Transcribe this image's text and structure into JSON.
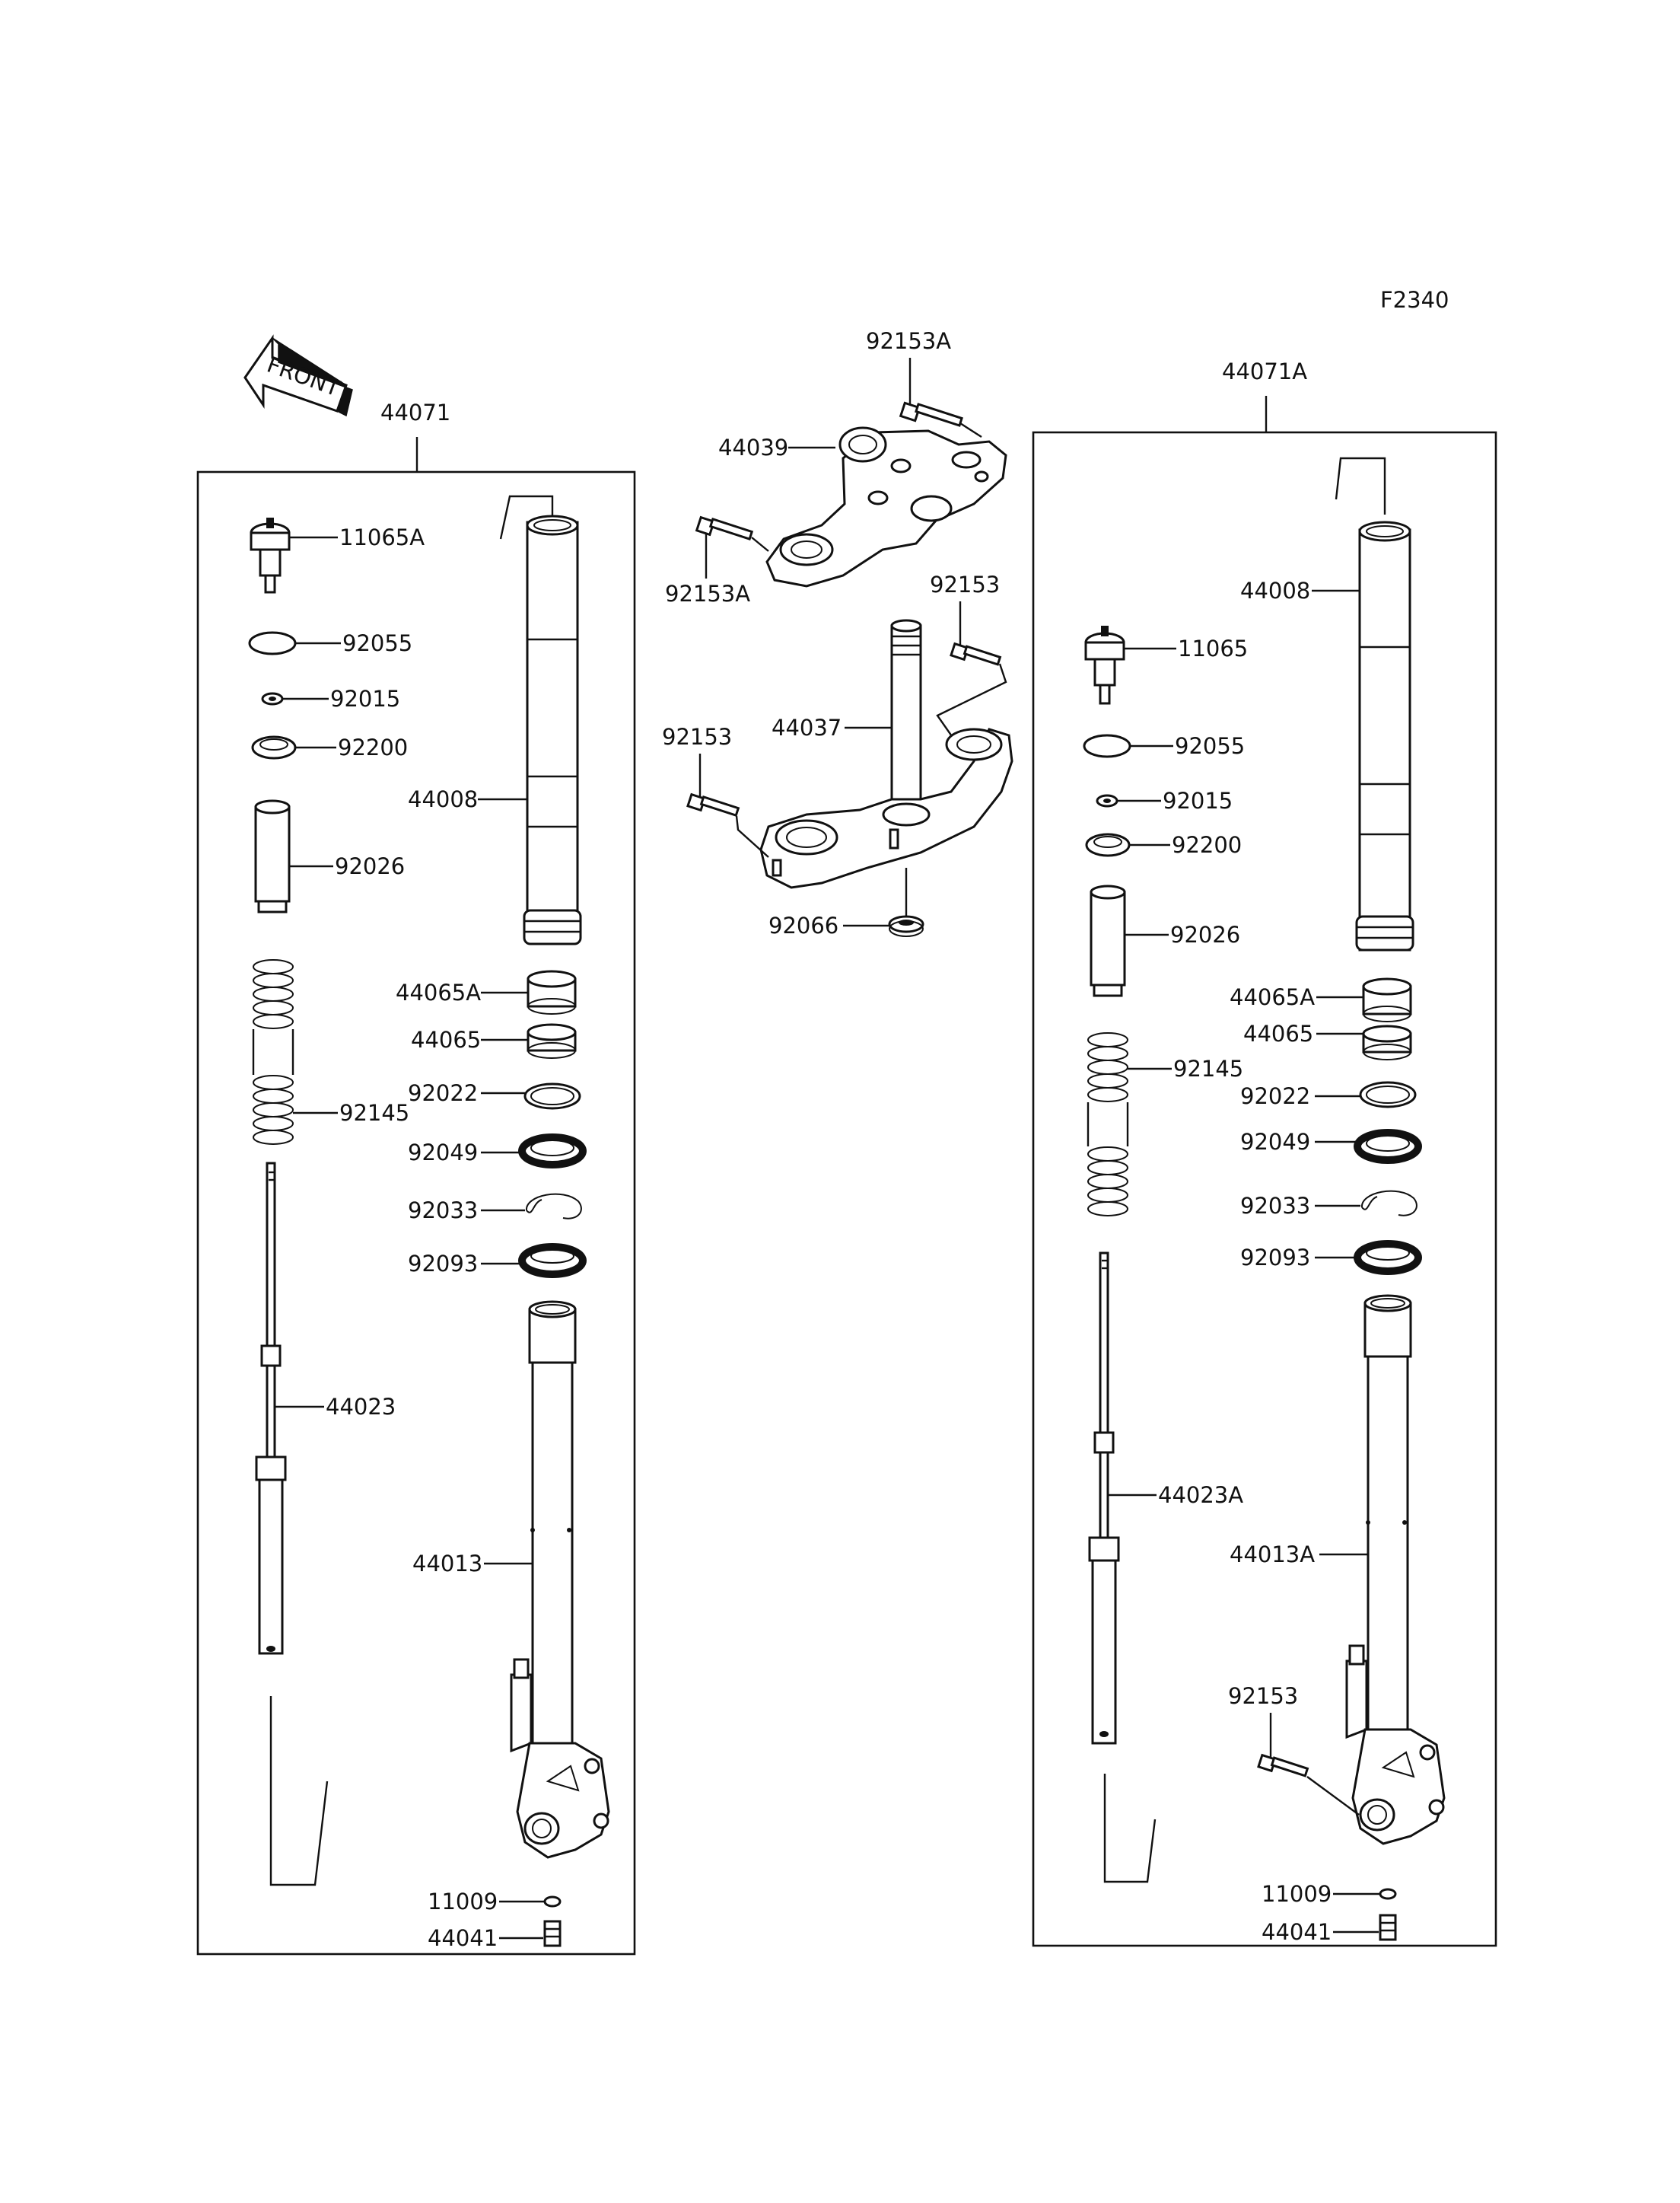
{
  "figure_code": "F2340",
  "front_arrow": {
    "text": "FRONT"
  },
  "assemblies": {
    "left": "44071",
    "right": "44071A"
  },
  "labels": {
    "l_11065A": "11065A",
    "l_92055": "92055",
    "l_92015": "92015",
    "l_92200": "92200",
    "l_92026": "92026",
    "l_92145": "92145",
    "l_44023": "44023",
    "l_44008": "44008",
    "l_44065A": "44065A",
    "l_44065": "44065",
    "l_92022": "92022",
    "l_92049": "92049",
    "l_92033": "92033",
    "l_92093": "92093",
    "l_44013": "44013",
    "l_11009": "11009",
    "l_44041": "44041",
    "c_92153A_top": "92153A",
    "c_44039": "44039",
    "c_92153A_left": "92153A",
    "c_92153_right": "92153",
    "c_92153_left": "92153",
    "c_44037": "44037",
    "c_92066": "92066",
    "r_44008": "44008",
    "r_11065": "11065",
    "r_92055": "92055",
    "r_92015": "92015",
    "r_92200": "92200",
    "r_92026": "92026",
    "r_44065A": "44065A",
    "r_44065": "44065",
    "r_92145": "92145",
    "r_92022": "92022",
    "r_92049": "92049",
    "r_92033": "92033",
    "r_92093": "92093",
    "r_44023A": "44023A",
    "r_44013A": "44013A",
    "r_92153": "92153",
    "r_11009": "11009",
    "r_44041": "44041"
  }
}
